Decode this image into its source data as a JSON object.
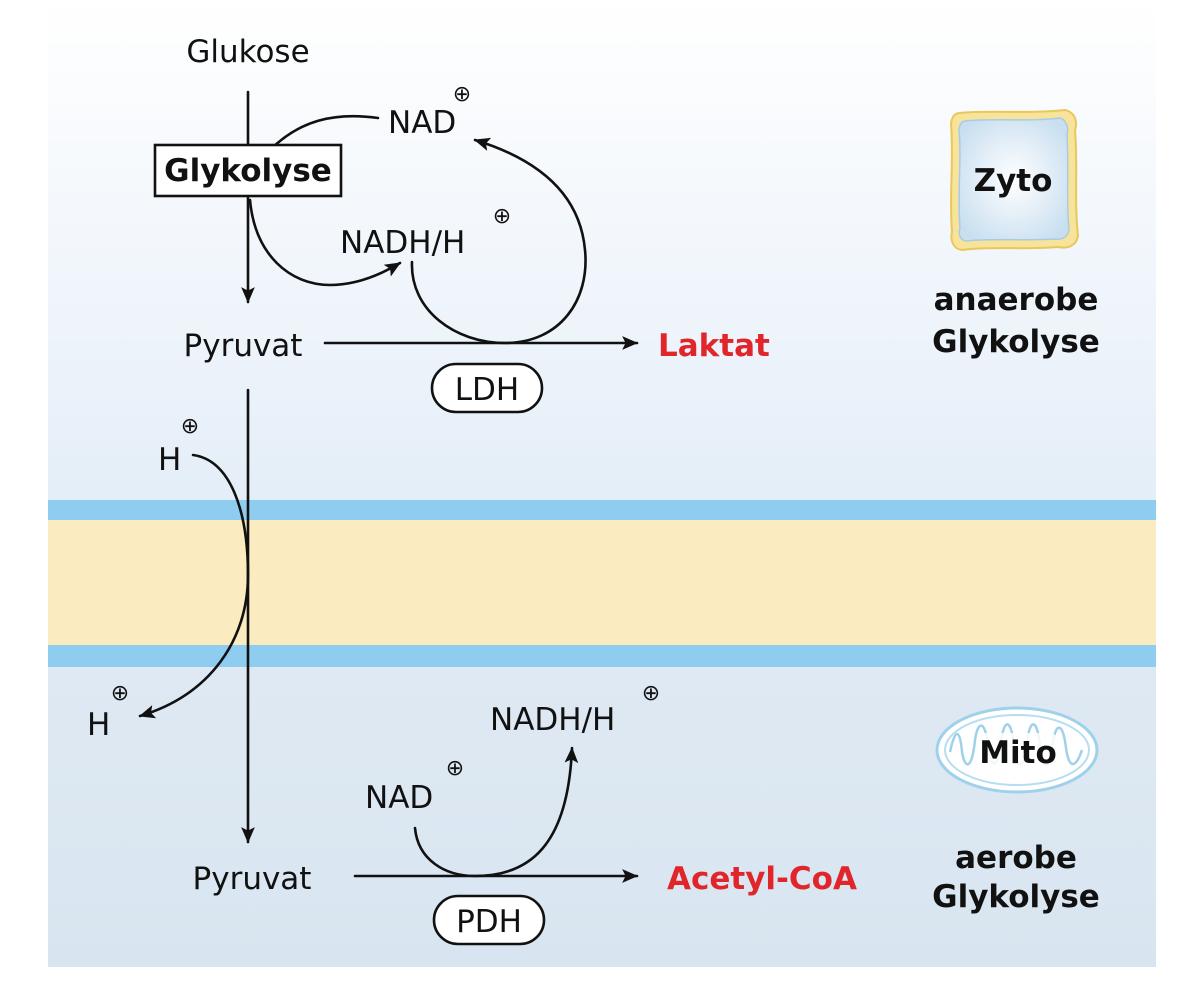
{
  "cytosol": {
    "glucose": "Glukose",
    "glycolysis_box": "Glykolyse",
    "nad": "NAD",
    "nadh": "NADH/H",
    "pyruvate": "Pyruvat",
    "lactate": "Laktat",
    "enzyme": "LDH",
    "compartment": "Zyto",
    "process_line1": "anaerobe",
    "process_line2": "Glykolyse"
  },
  "transport": {
    "proton_top": "H",
    "proton_bottom": "H"
  },
  "mitochondrion": {
    "nad": "NAD",
    "nadh": "NADH/H",
    "pyruvate": "Pyruvat",
    "product": "Acetyl-CoA",
    "enzyme": "PDH",
    "compartment": "Mito",
    "process_line1": "aerobe",
    "process_line2": "Glykolyse"
  },
  "colors": {
    "membrane_blue": "#8ecdf0",
    "membrane_core": "#fbebc0",
    "product_red": "#e0262b",
    "cytosol_top": "#ffffff",
    "cytosol_bottom": "#e6eff8",
    "matrix": "#dce8f2"
  }
}
